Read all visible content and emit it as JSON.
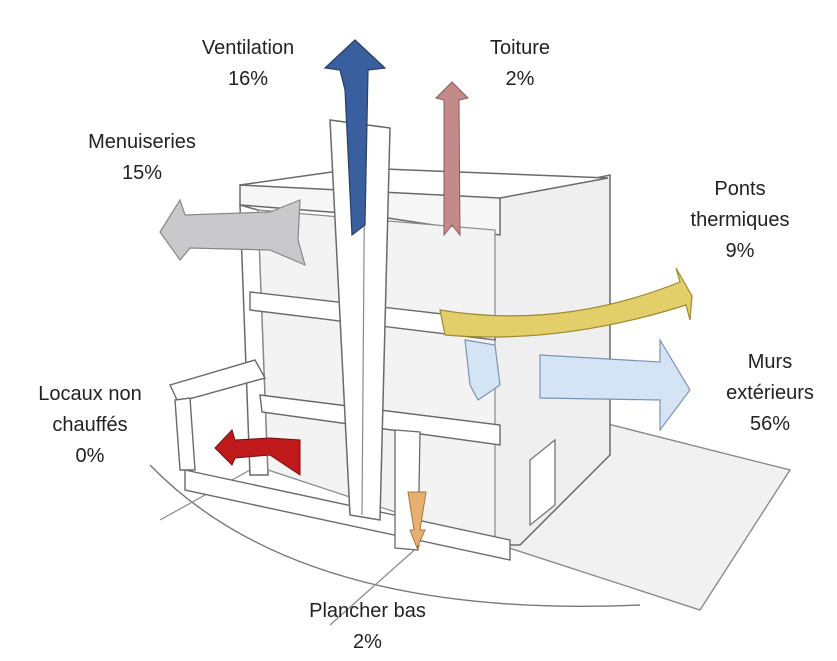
{
  "labels": {
    "ventilation": {
      "name": "Ventilation",
      "value": "16%"
    },
    "toiture": {
      "name": "Toiture",
      "value": "2%"
    },
    "menuiseries": {
      "name": "Menuiseries",
      "value": "15%"
    },
    "ponts_thermiques": {
      "line1": "Ponts",
      "line2": "thermiques",
      "value": "9%"
    },
    "murs_exterieurs": {
      "line1": "Murs",
      "line2": "extérieurs",
      "value": "56%"
    },
    "locaux_non_chauffes": {
      "line1": "Locaux non",
      "line2": "chauffés",
      "value": "0%"
    },
    "plancher_bas": {
      "name": "Plancher bas",
      "value": "2%"
    }
  },
  "colors": {
    "ventilation": "#3a5f9e",
    "toiture": "#c48a8a",
    "menuiseries": "#c9c9cc",
    "ponts_thermiques": "#e2cf6a",
    "murs_exterieurs": "#d4e4f5",
    "locaux_non_chauffes": "#c0191c",
    "plancher_bas": "#e8b070",
    "wall_fill": "#f0f0f0",
    "outline": "#555555"
  }
}
